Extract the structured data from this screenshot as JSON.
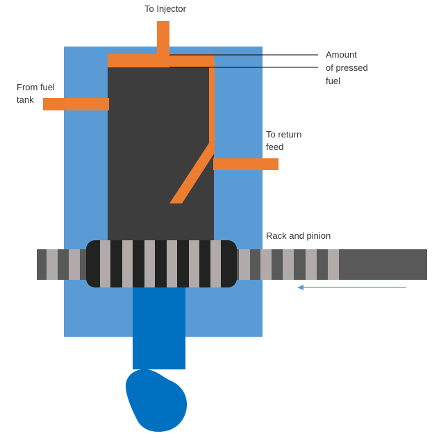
{
  "labels": {
    "to_injector": "To Injector",
    "amount_line1": "Amount",
    "amount_line2": "of pressed",
    "amount_line3": "fuel",
    "from_fuel_line1": "From fuel",
    "from_fuel_line2": "tank",
    "return_line1": "To return",
    "return_line2": "feed",
    "rack_and_pinion": "Rack and pinion"
  },
  "colors": {
    "housing": "#5b9bd5",
    "plunger": "#3d3d3d",
    "fuel_pipe": "#ed7d31",
    "rack": "#595959",
    "rack_teeth": "#b0aaaa",
    "pinion": "#222222",
    "shaft": "#0070c0",
    "arrow": "#5b9bd5",
    "leader_line": "#000000"
  }
}
